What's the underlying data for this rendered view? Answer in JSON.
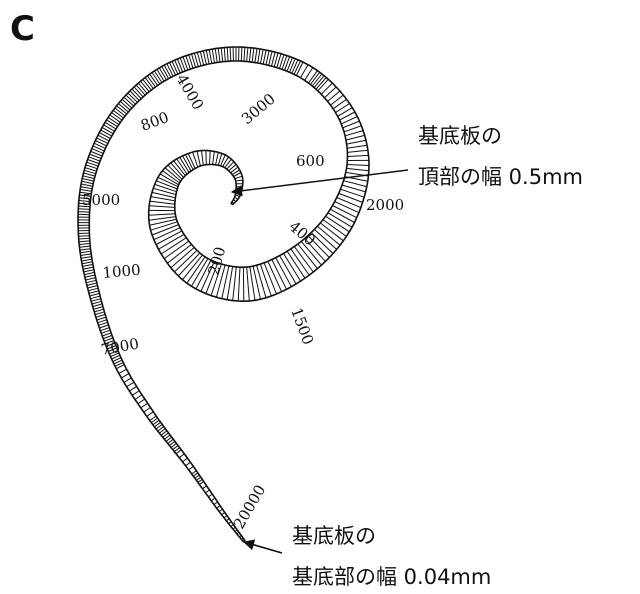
{
  "panel_label": "C",
  "frequency_labels": [
    {
      "id": "f200",
      "text": "200"
    },
    {
      "id": "f400",
      "text": "400"
    },
    {
      "id": "f600",
      "text": "600"
    },
    {
      "id": "f800",
      "text": "800"
    },
    {
      "id": "f1000",
      "text": "1000"
    },
    {
      "id": "f1500",
      "text": "1500"
    },
    {
      "id": "f2000",
      "text": "2000"
    },
    {
      "id": "f3000",
      "text": "3000"
    },
    {
      "id": "f4000",
      "text": "4000"
    },
    {
      "id": "f5000",
      "text": "5000"
    },
    {
      "id": "f7000",
      "text": "7000"
    },
    {
      "id": "f20000",
      "text": "20000"
    }
  ],
  "callouts": {
    "apex": {
      "line1": "基底板の",
      "line2": "頂部の幅 0.5mm"
    },
    "base": {
      "line1": "基底板の",
      "line2": "基底部の幅 0.04mm"
    }
  }
}
